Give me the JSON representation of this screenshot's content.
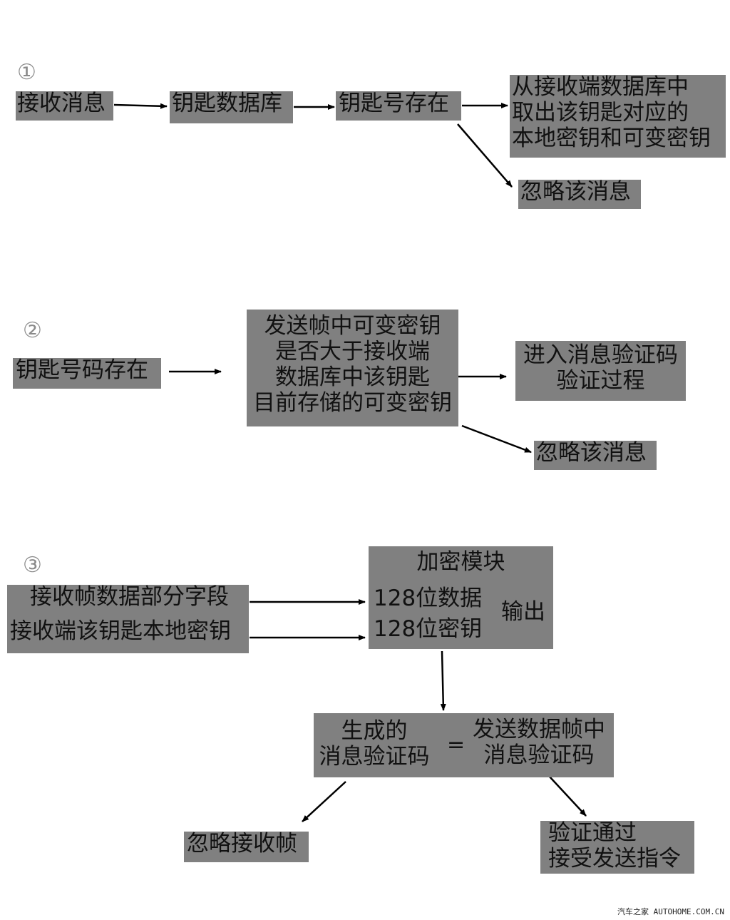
{
  "section1": {
    "marker": "①",
    "receive": "接收消息",
    "key_db": "钥匙数据库",
    "key_exists": "钥匙号存在",
    "fetch_lines": [
      "从接收端数据库中",
      "取出该钥匙对应的",
      "本地密钥和可变密钥"
    ],
    "ignore": "忽略该消息"
  },
  "section2": {
    "marker": "②",
    "key_exists": "钥匙号码存在",
    "compare_lines": [
      "发送帧中可变密钥",
      "是否大于接收端",
      "数据库中该钥匙",
      "目前存储的可变密钥"
    ],
    "enter_lines": [
      "进入消息验证码",
      "验证过程"
    ],
    "ignore": "忽略该消息"
  },
  "section3": {
    "marker": "③",
    "input_field": "接收帧数据部分字段",
    "input_key": "接收端该钥匙本地密钥",
    "module_title": "加密模块",
    "module_data": "128位数据",
    "module_key": "128位密钥",
    "module_output": "输出",
    "generated_lines": [
      "生成的",
      "消息验证码"
    ],
    "equals": "=",
    "sent_lines": [
      "发送数据帧中",
      "消息验证码"
    ],
    "ignore_frame": "忽略接收帧",
    "pass_lines": [
      "验证通过",
      "接受发送指令"
    ]
  },
  "watermark": "汽车之家 AUTOHOME.COM.CN"
}
